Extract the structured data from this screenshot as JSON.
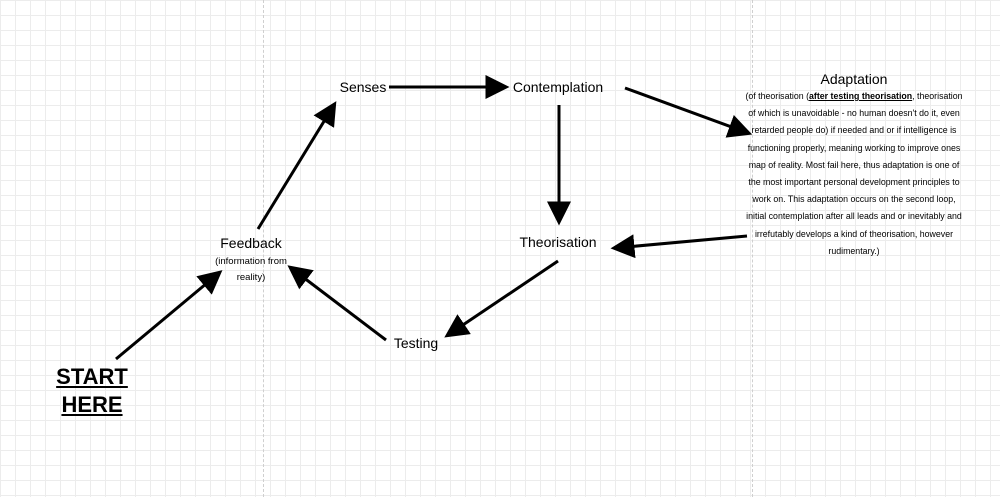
{
  "diagram": {
    "start": {
      "line1": "START",
      "line2": "HERE"
    },
    "senses": {
      "label": "Senses"
    },
    "contemplation": {
      "label": "Contemplation"
    },
    "theorisation": {
      "label": "Theorisation"
    },
    "testing": {
      "label": "Testing"
    },
    "feedback": {
      "label": "Feedback",
      "note": "(information from reality)"
    },
    "adaptation": {
      "label": "Adaptation",
      "note_before": "(of theorisation (",
      "note_emphasis": "after testing theorisation",
      "note_after": ", theorisation of which is unavoidable - no human doesn't do it, even retarded people do) if needed and or if intelligence is functioning properly, meaning working to improve ones map of reality. Most fail here, thus adaptation is one of the most important personal development principles to work on. This adaptation occurs on the second loop, initial contemplation after all leads and or inevitably and irrefutably develops a kind of theorisation, however rudimentary.)"
    }
  },
  "colors": {
    "ink": "#000000",
    "grid": "#ececec",
    "page_break": "#cfcfcf"
  }
}
